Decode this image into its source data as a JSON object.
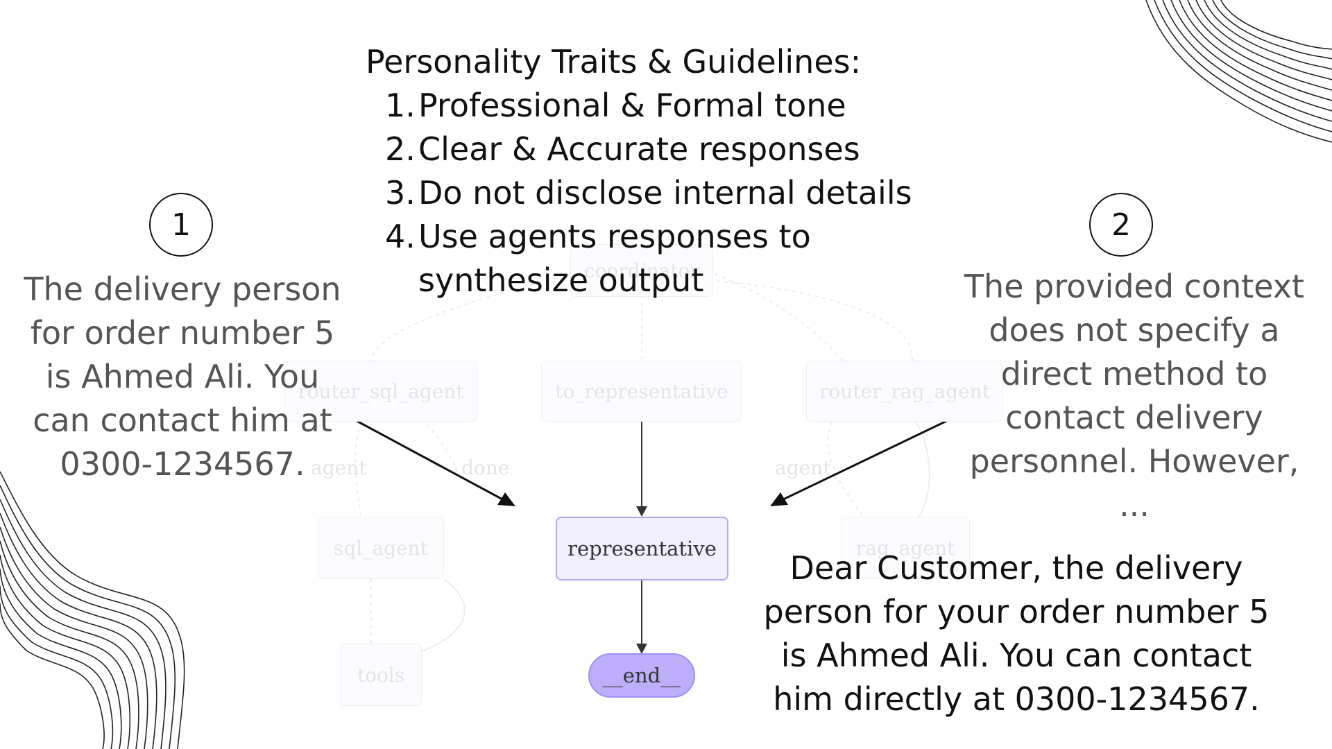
{
  "guidelines": {
    "heading": "Personality Traits & Guidelines:",
    "items": [
      {
        "num": "1.",
        "text": "Professional & Formal tone"
      },
      {
        "num": "2.",
        "text": "Clear & Accurate responses"
      },
      {
        "num": "3.",
        "text": "Do not disclose internal details"
      },
      {
        "num": "4.",
        "text": "Use agents responses to synthesize output"
      }
    ]
  },
  "left_panel": {
    "badge": "1",
    "text": "The delivery person for order number 5 is Ahmed Ali. You can contact him at 0300-1234567."
  },
  "right_panel": {
    "badge": "2",
    "text": "The provided context does not specify a direct method to contact delivery personnel. However, ..."
  },
  "final_response": {
    "text": "Dear Customer, the delivery person for your order number 5 is Ahmed Ali. You can contact him directly at 0300-1234567."
  },
  "graph": {
    "nodes": {
      "coordinator": "coordinator",
      "router_sql_agent": "router_sql_agent",
      "to_representative": "to_representative",
      "router_rag_agent": "router_rag_agent",
      "sql_agent": "sql_agent",
      "representative": "representative",
      "rag_agent": "rag_agent",
      "tools": "tools",
      "end": "__end__"
    },
    "edge_labels": {
      "sql_agent_edge": "agent",
      "sql_done_edge": "done",
      "rag_agent_edge": "agent"
    },
    "colors": {
      "active_node_fill": "#f1eefe",
      "active_node_border": "#b6a6f0",
      "end_node_fill": "#bcaef8",
      "faded_text": "#e3e3e8"
    }
  }
}
